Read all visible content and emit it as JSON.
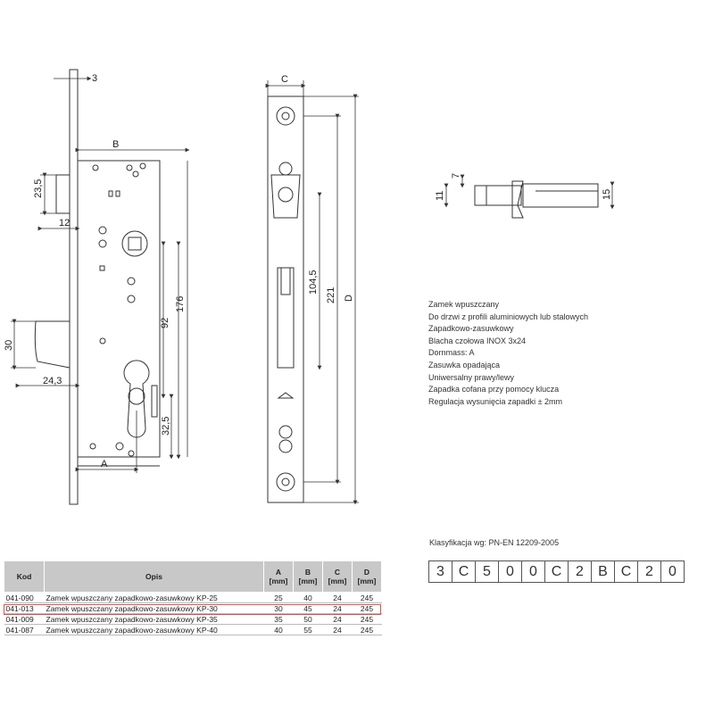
{
  "drawing": {
    "dims": {
      "d3": "3",
      "dB": "B",
      "d235": "23,5",
      "d12": "12",
      "d30": "30",
      "d243": "24,3",
      "d92": "92",
      "d176": "176",
      "d325": "32,5",
      "dA": "A",
      "dC": "C",
      "d1045": "104,5",
      "d221": "221",
      "dD": "D",
      "d7": "7",
      "d11": "11",
      "d15": "15"
    }
  },
  "description": {
    "lines": [
      "Zamek wpuszczany",
      "Do drzwi z profili aluminiowych lub stalowych",
      "Zapadkowo-zasuwkowy",
      "Blacha czołowa INOX 3x24",
      "Dornmass: A",
      "Zasuwka opadająca",
      "Uniwersalny prawy/lewy",
      "Zapadka cofana przy pomocy klucza",
      "Regulacja wysunięcia zapadki ± 2mm"
    ]
  },
  "classification": {
    "title": "Klasyfikacja wg: PN-EN 12209-2005",
    "cells": [
      "3",
      "C",
      "5",
      "0",
      "0",
      "C",
      "2",
      "B",
      "C",
      "2",
      "0"
    ]
  },
  "table": {
    "headers": {
      "kod": "Kod",
      "opis": "Opis",
      "a": "A",
      "b": "B",
      "c": "C",
      "d": "D",
      "unit": "[mm]"
    },
    "rows": [
      {
        "kod": "041-090",
        "opis": "Zamek wpuszczany zapadkowo-zasuwkowy KP-25",
        "a": "25",
        "b": "40",
        "c": "24",
        "d": "245"
      },
      {
        "kod": "041-013",
        "opis": "Zamek wpuszczany zapadkowo-zasuwkowy KP-30",
        "a": "30",
        "b": "45",
        "c": "24",
        "d": "245"
      },
      {
        "kod": "041-009",
        "opis": "Zamek wpuszczany zapadkowo-zasuwkowy KP-35",
        "a": "35",
        "b": "50",
        "c": "24",
        "d": "245"
      },
      {
        "kod": "041-087",
        "opis": "Zamek wpuszczany zapadkowo-zasuwkowy KP-40",
        "a": "40",
        "b": "55",
        "c": "24",
        "d": "245"
      }
    ],
    "highlight_color": "#d9534f"
  }
}
